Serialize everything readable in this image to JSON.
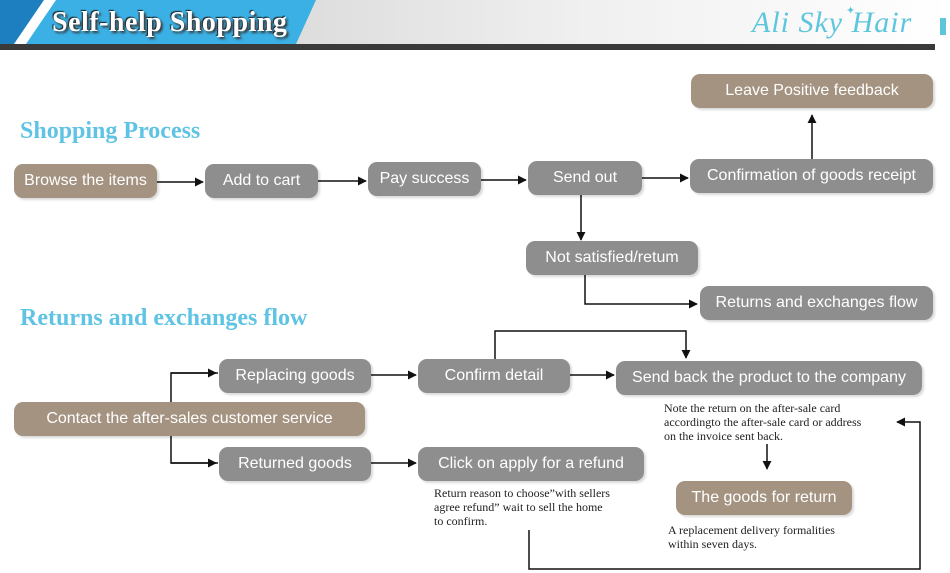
{
  "header": {
    "title": "Self-help Shopping",
    "logo": "Ali Sky Hair"
  },
  "shopping": {
    "heading": "Shopping Process",
    "browse": "Browse the items",
    "add_cart": "Add to cart",
    "pay": "Pay success",
    "send_out": "Send out",
    "confirm_receipt": "Confirmation of goods receipt",
    "leave_feedback": "Leave Positive feedback",
    "not_satisfied": "Not satisfied/retum",
    "returns_flow": "Returns and exchanges flow"
  },
  "returns": {
    "heading": "Returns and exchanges flow",
    "contact": "Contact the after-sales customer service",
    "replacing": "Replacing goods",
    "returned": "Returned goods",
    "confirm_detail": "Confirm detail",
    "send_back": "Send back the product to the company",
    "apply_refund": "Click on apply for a refund",
    "goods_return": "The goods for return",
    "note_card": [
      "Note the return on the after-sale card",
      "accordingto the after-sale card or address",
      "on the invoice sent back."
    ],
    "note_refund": [
      "Return reason to choose”with sellers",
      "agree refund” wait to sell the home",
      "to confirm."
    ],
    "note_replacement": [
      "A replacement delivery formalities",
      "within seven days."
    ]
  },
  "colors": {
    "banner_blue": "#2f9fd8",
    "box_gray": "#8e8e8e",
    "box_tan": "#a49380",
    "heading_blue": "#5fc3e4",
    "logo_blue": "#5ec6dc"
  }
}
